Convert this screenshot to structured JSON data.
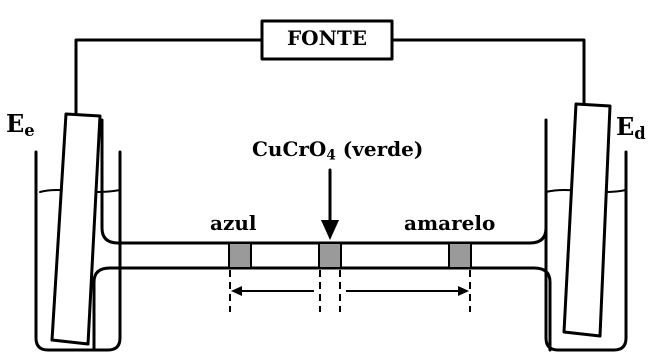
{
  "labels": {
    "fonte": "FONTE",
    "electrode_left": {
      "main": "E",
      "sub": "e"
    },
    "electrode_right": {
      "main": "E",
      "sub": "d"
    },
    "sample": {
      "formula": "CuCrO",
      "subscript": "4",
      "note": "(verde)"
    },
    "band_left": "azul",
    "band_right": "amarelo"
  },
  "colors": {
    "line": "#000000",
    "band": "#9a9a9a",
    "background": "#ffffff"
  }
}
